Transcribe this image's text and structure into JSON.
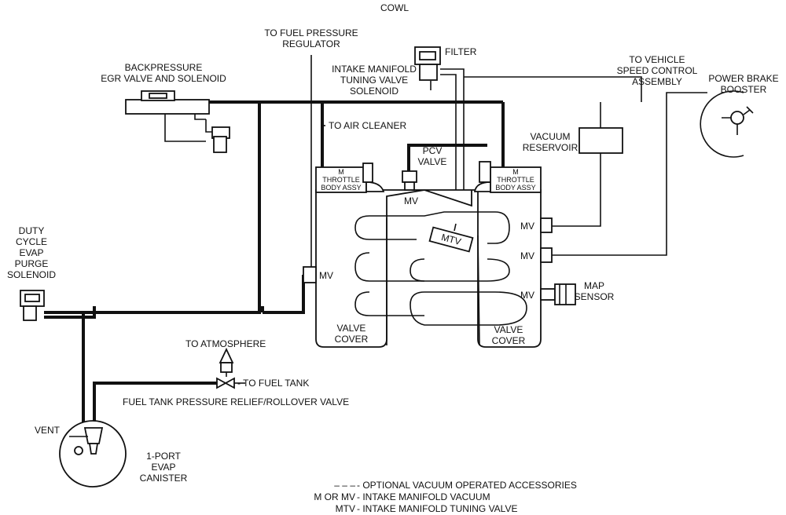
{
  "diagram": {
    "cowl": "COWL",
    "fuel_pressure_regulator": [
      "TO FUEL PRESSURE",
      "REGULATOR"
    ],
    "filter": "FILTER",
    "backpressure_egr": [
      "BACKPRESSURE",
      "EGR VALVE AND SOLENOID"
    ],
    "intake_manifold_tuning": [
      "INTAKE MANIFOLD",
      "TUNING VALVE",
      "SOLENOID"
    ],
    "vehicle_speed_control": [
      "TO VEHICLE",
      "SPEED CONTROL",
      "ASSEMBLY"
    ],
    "power_brake_booster": [
      "POWER BRAKE",
      "BOOSTER"
    ],
    "air_cleaner": "TO AIR CLEANER",
    "pcv_valve": [
      "PCV",
      "VALVE"
    ],
    "vacuum_reservoir": [
      "VACUUM",
      "RESERVOIR"
    ],
    "throttle_body_left": [
      "M",
      "THROTTLE",
      "BODY ASSY"
    ],
    "throttle_body_right": [
      "M",
      "THROTTLE",
      "BODY ASSY"
    ],
    "mv": "MV",
    "mtv": "MTV",
    "duty_cycle_evap": [
      "DUTY",
      "CYCLE",
      "EVAP",
      "PURGE",
      "SOLENOID"
    ],
    "map_sensor": [
      "MAP",
      "SENSOR"
    ],
    "valve_cover_left": [
      "VALVE",
      "COVER"
    ],
    "valve_cover_right": [
      "VALVE",
      "COVER"
    ],
    "to_atmosphere": "TO ATMOSPHERE",
    "to_fuel_tank": "- TO FUEL TANK",
    "fuel_tank_relief": "FUEL TANK PRESSURE RELIEF/ROLLOVER VALVE",
    "vent": "VENT",
    "evap_canister": [
      "1-PORT",
      "EVAP",
      "CANISTER"
    ]
  },
  "legend": [
    {
      "key": "– – –",
      "desc": "- OPTIONAL VACUUM OPERATED ACCESSORIES"
    },
    {
      "key": "M OR MV",
      "desc": "- INTAKE MANIFOLD VACUUM"
    },
    {
      "key": "MTV",
      "desc": "- INTAKE MANIFOLD TUNING VALVE"
    }
  ]
}
